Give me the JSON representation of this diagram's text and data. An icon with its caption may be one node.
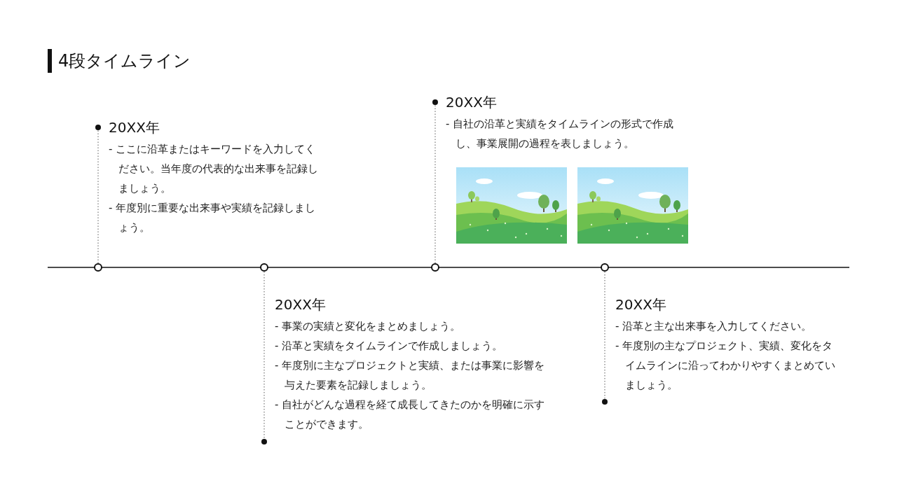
{
  "diagram": {
    "title": "4段タイムライン",
    "nodes": [
      {
        "text": [
          "20XX年",
          "- ここに沿革またはキーワードを入力してください。当年度の代表的な出来事を記録しましょう。",
          "- 年度別に重要な出来事や実績を記録しましょう。"
        ]
      },
      {
        "text": [
          "20XX年",
          "- 自社の沿革と実績をタイムラインの形式で作成し、事業展開の過程を表しましょう。"
        ]
      },
      {
        "text": [],
        "shape": "picture"
      },
      {
        "text": [],
        "shape": "picture"
      },
      {
        "text": [],
        "shape": "circle"
      },
      {
        "text": [],
        "shape": "circle"
      },
      {
        "text": [],
        "shape": "circle"
      },
      {
        "text": [],
        "shape": "circle"
      },
      {
        "text": [
          "20XX年",
          "- 事業の実績と変化をまとめましょう。",
          "- 沿革と実績をタイムラインで作成しましょう。",
          "- 年度別に主なプロジェクトと実績、または事業に影響を与えた要素を記録しましょう。",
          "- 自社がどんな過程を経て成長してきたのかを明確に示すことができます。"
        ]
      },
      {
        "text": [
          "20XX年",
          "- 沿革と主な出来事を入力してください。",
          "- 年度別の主なプロジェクト、実績、変化をタイムラインに沿ってわかりやすくまとめていましょう。"
        ]
      }
    ],
    "edges": [
      {
        "from": 4,
        "to": 0,
        "arrow": "other",
        "style": "dashed"
      },
      {
        "from": 5,
        "to": 8,
        "arrow": "other",
        "style": "dashed"
      },
      {
        "from": 6,
        "to": 1,
        "arrow": "other",
        "style": "dashed"
      },
      {
        "from": 7,
        "to": 9,
        "arrow": "other",
        "style": "dashed"
      }
    ]
  }
}
